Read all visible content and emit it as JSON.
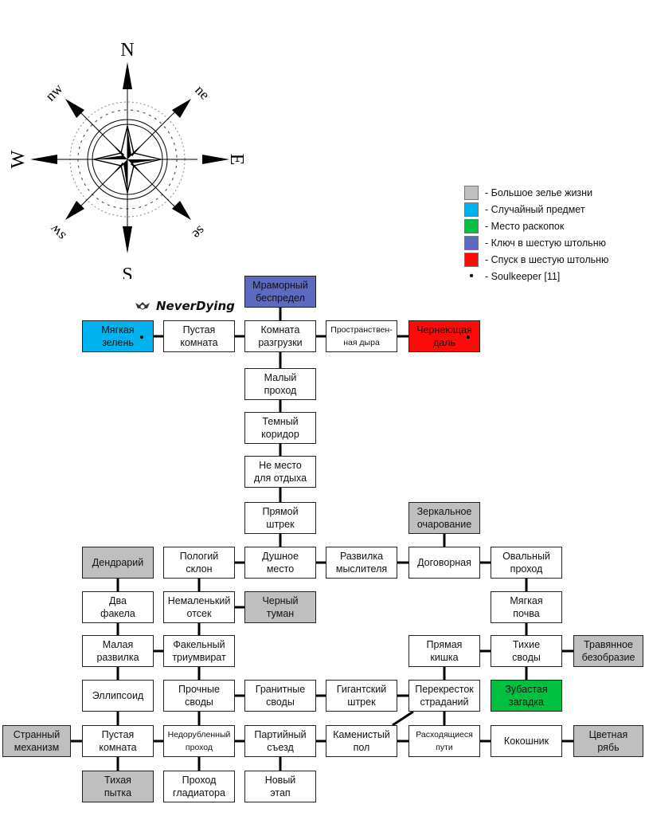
{
  "compass": {
    "n": "N",
    "s": "S",
    "e": "E",
    "w": "W",
    "ne": "ne",
    "nw": "nw",
    "se": "se",
    "sw": "sw"
  },
  "brand": "NeverDying",
  "legend": [
    {
      "swatch": "#bfbfbf",
      "label": "- Большое зелье жизни"
    },
    {
      "swatch": "#00b3ee",
      "label": "- Случайный предмет"
    },
    {
      "swatch": "#00c040",
      "label": "- Место раскопок"
    },
    {
      "swatch": "#5d6abd",
      "label": "- Ключ в шестую штольню"
    },
    {
      "swatch": "#ff0a0a",
      "label": "- Спуск в шестую штольню"
    },
    {
      "swatch": "dot",
      "label": "- Soulkeeper [11]"
    }
  ],
  "rooms": [
    {
      "id": "mramorny",
      "label": "Мраморный\nбеспредел",
      "color": "blue"
    },
    {
      "id": "myagkaya-zelen",
      "label": "Мягкая\nзелень",
      "color": "cyan",
      "dot": true
    },
    {
      "id": "pustaya-komnata-1",
      "label": "Пустая\nкомната"
    },
    {
      "id": "komnata-razgruzki",
      "label": "Комната\nразгрузки"
    },
    {
      "id": "prostranstvennaya",
      "label": "Пространствен-\nная дыра",
      "small": true
    },
    {
      "id": "cherneyushchaya",
      "label": "Чернеющая\nдаль",
      "color": "red",
      "dot": true
    },
    {
      "id": "maly-prohod",
      "label": "Малый\nпроход"
    },
    {
      "id": "temny-koridor",
      "label": "Темный\nкоридор"
    },
    {
      "id": "ne-mesto",
      "label": "Не место\nдля отдыха"
    },
    {
      "id": "pryamoy-shtrek",
      "label": "Прямой\nштрек"
    },
    {
      "id": "zerkalnoe",
      "label": "Зеркальное\nочарование",
      "color": "gray"
    },
    {
      "id": "dendrariy",
      "label": "Дендрарий",
      "color": "gray"
    },
    {
      "id": "pology-sklon",
      "label": "Пологий\nсклон"
    },
    {
      "id": "dushnoe-mesto",
      "label": "Душное\nместо"
    },
    {
      "id": "razvilka-myslitelya",
      "label": "Развилка\nмыслителя"
    },
    {
      "id": "dogovornaya",
      "label": "Договорная"
    },
    {
      "id": "ovalny-prohod",
      "label": "Овальный\nпроход"
    },
    {
      "id": "dva-fakela",
      "label": "Два\nфакела"
    },
    {
      "id": "nemalenky-otsek",
      "label": "Немаленький\nотсек"
    },
    {
      "id": "cherny-tuman",
      "label": "Черный\nтуман",
      "color": "gray"
    },
    {
      "id": "myagkaya-pochva",
      "label": "Мягкая\nпочва"
    },
    {
      "id": "malaya-razvilka",
      "label": "Малая\nразвилка"
    },
    {
      "id": "fakelny-triumvirat",
      "label": "Факельный\nтриумвират"
    },
    {
      "id": "pryamaya-kishka",
      "label": "Прямая\nкишка"
    },
    {
      "id": "tihie-svody",
      "label": "Тихие\nсводы"
    },
    {
      "id": "travyanoe",
      "label": "Травянное\nбезобразие",
      "color": "gray"
    },
    {
      "id": "ellipsoid",
      "label": "Эллипсоид"
    },
    {
      "id": "prochnye-svody",
      "label": "Прочные\nсводы"
    },
    {
      "id": "granitnye-svody",
      "label": "Гранитные\nсводы"
    },
    {
      "id": "gigantsky-shtrek",
      "label": "Гигантский\nштрек"
    },
    {
      "id": "perekrestok",
      "label": "Перекресток\nстраданий"
    },
    {
      "id": "zubastaya",
      "label": "Зубастая\nзагадка",
      "color": "green"
    },
    {
      "id": "strannyi-mehanizm",
      "label": "Странный\nмеханизм",
      "color": "gray"
    },
    {
      "id": "pustaya-komnata-2",
      "label": "Пустая\nкомната"
    },
    {
      "id": "nedorublenny",
      "label": "Недорубленный\nпроход",
      "small": true
    },
    {
      "id": "partiyny-sezd",
      "label": "Партийный\nсъезд"
    },
    {
      "id": "kamenisty-pol",
      "label": "Каменистый\nпол"
    },
    {
      "id": "rashodyashchiesya",
      "label": "Расходящиеся\nпути",
      "small": true
    },
    {
      "id": "kokoshnik",
      "label": "Кокошник"
    },
    {
      "id": "tsvetnaya-ryab",
      "label": "Цветная\nрябь",
      "color": "gray"
    },
    {
      "id": "tihaya-pytka",
      "label": "Тихая\nпытка",
      "color": "gray"
    },
    {
      "id": "prohod-gladiatora",
      "label": "Проход\nгладиатора"
    },
    {
      "id": "novy-etap",
      "label": "Новый\nэтап"
    }
  ],
  "links": [
    [
      "mramorny",
      "komnata-razgruzki"
    ],
    [
      "myagkaya-zelen",
      "pustaya-komnata-1"
    ],
    [
      "pustaya-komnata-1",
      "komnata-razgruzki"
    ],
    [
      "komnata-razgruzki",
      "prostranstvennaya"
    ],
    [
      "prostranstvennaya",
      "cherneyushchaya"
    ],
    [
      "komnata-razgruzki",
      "maly-prohod"
    ],
    [
      "maly-prohod",
      "temny-koridor"
    ],
    [
      "temny-koridor",
      "ne-mesto"
    ],
    [
      "ne-mesto",
      "pryamoy-shtrek"
    ],
    [
      "pryamoy-shtrek",
      "dushnoe-mesto"
    ],
    [
      "pology-sklon",
      "dushnoe-mesto"
    ],
    [
      "dushnoe-mesto",
      "razvilka-myslitelya"
    ],
    [
      "razvilka-myslitelya",
      "dogovornaya"
    ],
    [
      "zerkalnoe",
      "dogovornaya"
    ],
    [
      "dogovornaya",
      "ovalny-prohod"
    ],
    [
      "pology-sklon",
      "nemalenky-otsek"
    ],
    [
      "nemalenky-otsek",
      "cherny-tuman"
    ],
    [
      "nemalenky-otsek",
      "fakelny-triumvirat"
    ],
    [
      "fakelny-triumvirat",
      "malaya-razvilka"
    ],
    [
      "dendrariy",
      "dva-fakela"
    ],
    [
      "dva-fakela",
      "malaya-razvilka"
    ],
    [
      "malaya-razvilka",
      "ellipsoid"
    ],
    [
      "ellipsoid",
      "pustaya-komnata-2"
    ],
    [
      "strannyi-mehanizm",
      "pustaya-komnata-2"
    ],
    [
      "pustaya-komnata-2",
      "nedorublenny"
    ],
    [
      "pustaya-komnata-2",
      "tihaya-pytka"
    ],
    [
      "fakelny-triumvirat",
      "prochnye-svody"
    ],
    [
      "prochnye-svody",
      "granitnye-svody"
    ],
    [
      "granitnye-svody",
      "gigantsky-shtrek"
    ],
    [
      "gigantsky-shtrek",
      "perekrestok"
    ],
    [
      "prochnye-svody",
      "nedorublenny"
    ],
    [
      "nedorublenny",
      "partiyny-sezd"
    ],
    [
      "nedorublenny",
      "prohod-gladiatora"
    ],
    [
      "partiyny-sezd",
      "novy-etap"
    ],
    [
      "partiyny-sezd",
      "kamenisty-pol"
    ],
    [
      "kamenisty-pol",
      "perekrestok"
    ],
    [
      "kamenisty-pol",
      "rashodyashchiesya"
    ],
    [
      "perekrestok",
      "pryamaya-kishka"
    ],
    [
      "perekrestok",
      "rashodyashchiesya"
    ],
    [
      "rashodyashchiesya",
      "kokoshnik"
    ],
    [
      "kokoshnik",
      "tsvetnaya-ryab"
    ],
    [
      "ovalny-prohod",
      "myagkaya-pochva"
    ],
    [
      "myagkaya-pochva",
      "tihie-svody"
    ],
    [
      "pryamaya-kishka",
      "tihie-svody"
    ],
    [
      "tihie-svody",
      "travyanoe"
    ],
    [
      "tihie-svody",
      "zubastaya"
    ]
  ]
}
